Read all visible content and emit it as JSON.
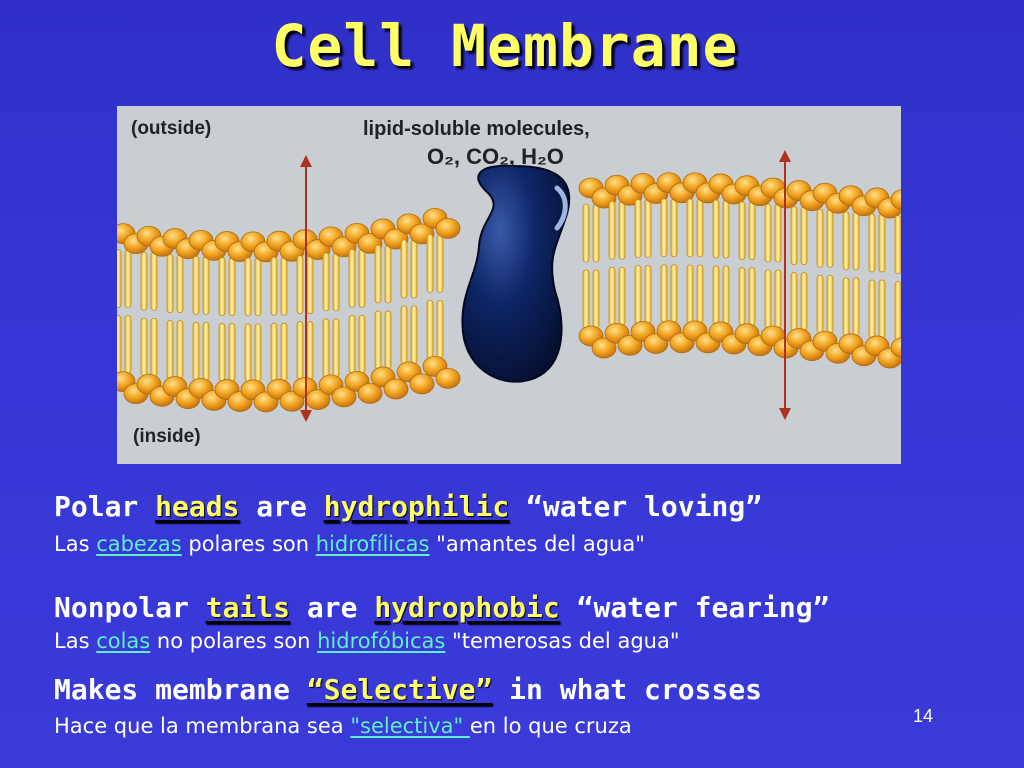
{
  "title": "Cell Membrane",
  "figure": {
    "outside_label": "(outside)",
    "inside_label": "(inside)",
    "molecules_line1": "lipid-soluble molecules,",
    "molecules_line2": "O₂, CO₂, H₂O"
  },
  "line1_en": {
    "a": "Polar ",
    "b": "heads",
    "c": " are ",
    "d": "hydrophilic",
    "e": " “water loving”"
  },
  "line1_es": {
    "a": "Las ",
    "b": "cabezas",
    "c": " polares son ",
    "d": "hidrofílicas",
    "e": " \"amantes del agua\""
  },
  "line2_en": {
    "a": "Nonpolar ",
    "b": "tails",
    "c": " are ",
    "d": "hydrophobic",
    "e": " “water fearing”"
  },
  "line2_es": {
    "a": "Las ",
    "b": "colas",
    "c": " no polares son ",
    "d": "hidrofóbicas",
    "e": " \"temerosas del agua\""
  },
  "line3_en": {
    "a": "Makes membrane ",
    "b": "“Selective”",
    "c": " in what crosses"
  },
  "line3_es": {
    "a": "Hace que la membrana sea ",
    "b": "\"selectiva\" ",
    "c": "en lo que cruza"
  },
  "page_number": "14",
  "colors": {
    "background": "#3434d2",
    "title": "#ffff66",
    "highlight_green": "#5ef0c9",
    "lipid_head": "#f0a020",
    "lipid_tail": "#f8e070",
    "protein": "#0a1e5a",
    "arrow": "#c0392b"
  }
}
